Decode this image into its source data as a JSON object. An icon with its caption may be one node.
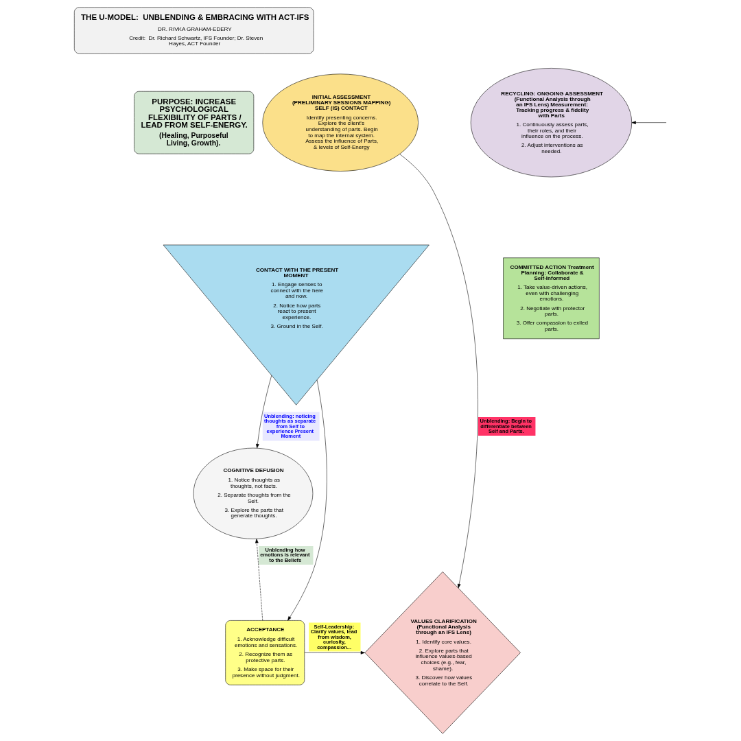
{
  "diagram": {
    "nodes": [
      {
        "text": [
          "THE U-MODEL:  UNBLENDING & EMBRACING WITH ACT-IFS",
          "DR. RIVKA GRAHAM-EDERY",
          "Credit:  Dr. Richard Schwartz, IFS Founder; Dr. Steven Hayes, ACT Founder"
        ]
      },
      {
        "text": [
          "INITIAL ASSESSMENT (PRELIMINARY SESSIONS MAPPING) SELF (IS) CONTACT",
          "Identify presenting concerns. Explore the client's understanding of parts. Begin to map the internal system. Assess the influence of Parts, & levels of Self-Energy"
        ]
      },
      {
        "text": [
          "PURPOSE: INCREASE PSYCHOLOGICAL FLEXIBILITY OF PARTS / LEAD FROM SELF-ENERGY.",
          "(Healing, Purposeful Living, Growth)."
        ]
      },
      {
        "text": [
          "RECYCLING: ONGOING ASSESSMENT (Functional Analysis through an IFS Lens) Measurement: Tracking progress & fidelity with Parts",
          "1. Continuously assess parts, their roles, and their influence on the process.",
          "2. Adjust interventions as needed."
        ]
      },
      {
        "text": [
          "CONTACT WITH THE PRESENT MOMENT",
          "1. Engage senses to connect with the here and now.",
          "2. Notice how parts react to present experience.",
          "3. Ground in the Self."
        ]
      },
      {
        "text": [
          "COMMITTED ACTION Treatment Planning: Collaborate & Self-Informed",
          "1. Take value-driven actions, even with challenging emotions.",
          "2. Negotiate with protector parts.",
          "3. Offer compassion to exiled parts."
        ]
      },
      {
        "text": [
          "COGNITIVE DEFUSION",
          "1. Notice thoughts as thoughts, not facts.",
          "2. Separate thoughts from the Self.",
          "3. Explore the parts that generate thoughts."
        ]
      },
      {
        "text": [
          "ACCEPTANCE",
          "1. Acknowledge difficult emotions and sensations.",
          "2. Recognize them as protective parts.",
          "3. Make space for their presence without judgment."
        ]
      },
      {
        "text": [
          "VALUES CLARIFICATION (Functional Analysis through an IFS Lens)",
          "1. Identify core values.",
          "2. Explore parts that influence values-based choices (e.g., fear, shame).",
          "3. Discover how values correlate to the Self."
        ]
      }
    ],
    "edges": [
      {
        "from": 1,
        "to": 8,
        "arrow": "to",
        "label": "Unblending: Begin to differentiate between Self and Parts."
      },
      {
        "from": 4,
        "to": 6,
        "arrow": "to",
        "label": "Unblending: noticing thoughts as separate from Self to experience Present Moment"
      },
      {
        "from": 4,
        "to": 7,
        "arrow": "to"
      },
      {
        "from": 7,
        "to": 6,
        "arrow": "to",
        "style": "dashed",
        "label": "Unblending how emotions is relevant to the Beliefs"
      },
      {
        "from": 7,
        "to": 8,
        "arrow": "to",
        "label": "Self-Leadership: Clarify values, lead from wisdom, curiosity, compassion..."
      },
      {
        "from": null,
        "to": 3,
        "arrow": "to"
      }
    ]
  }
}
